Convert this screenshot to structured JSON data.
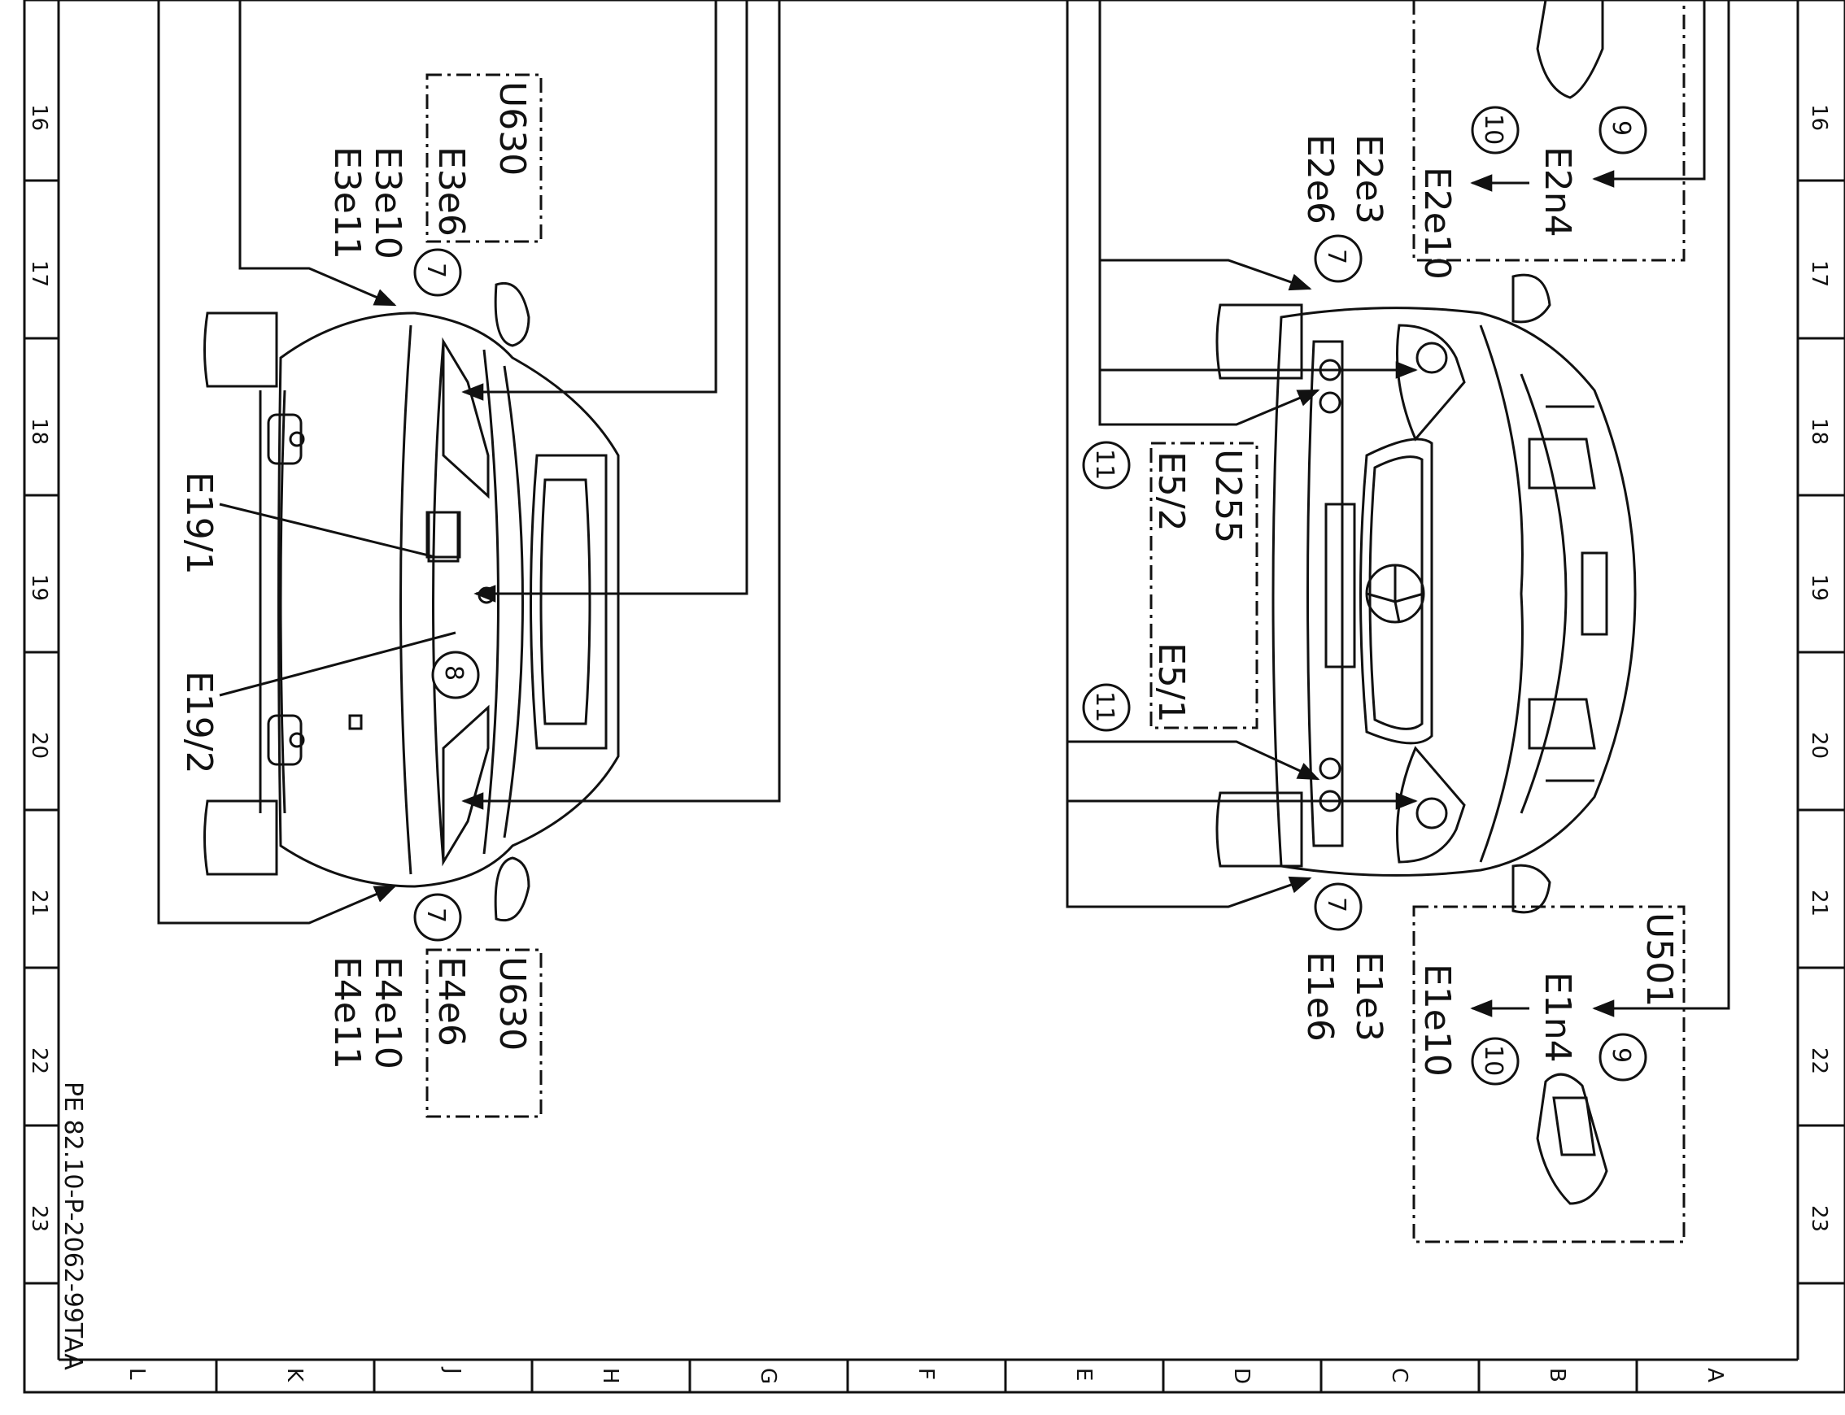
{
  "drawing_id": "PE 82.10-P-2062-99TAA",
  "ruler_numbers": [
    "16",
    "17",
    "18",
    "19",
    "20",
    "21",
    "22",
    "23"
  ],
  "ruler_letters": [
    "L",
    "K",
    "J",
    "H",
    "G",
    "F",
    "E",
    "D",
    "C",
    "B",
    "A"
  ],
  "rear_view": {
    "u630_top": {
      "code": "U630",
      "items": [
        "E3e6",
        "E3e10",
        "E3e11"
      ]
    },
    "u630_bottom": {
      "code": "U630",
      "items": [
        "E4e6",
        "E4e10",
        "E4e11"
      ]
    },
    "labels": {
      "e19_1": "E19/1",
      "e19_2": "E19/2"
    },
    "callouts": {
      "c7": "7",
      "c8": "8"
    }
  },
  "front_view": {
    "u501_top": {
      "items": [
        "E2n4",
        "E2e10"
      ]
    },
    "u501_bottom": {
      "code": "U501",
      "items": [
        "E1n4",
        "E1e10"
      ]
    },
    "u255": {
      "code": "U255",
      "items": [
        "E5/2",
        "E5/1"
      ]
    },
    "labels_top": [
      "E2e3",
      "E2e6"
    ],
    "labels_bottom": [
      "E1e3",
      "E1e6"
    ],
    "callouts": {
      "c7": "7",
      "c9": "9",
      "c10": "10",
      "c11": "11"
    }
  }
}
